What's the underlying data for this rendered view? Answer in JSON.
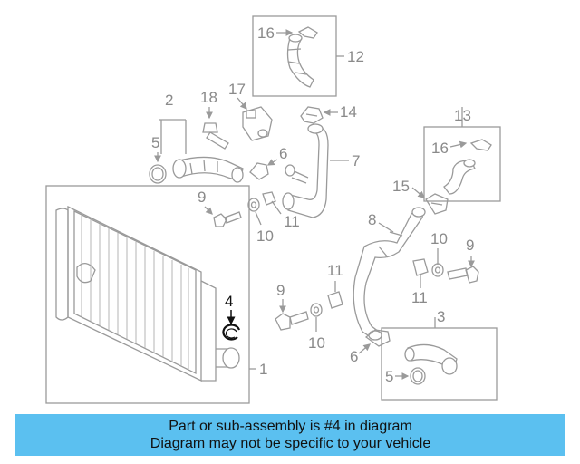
{
  "labels": {
    "l1": "1",
    "l2": "2",
    "l3": "3",
    "l4": "4",
    "l5a": "5",
    "l5b": "5",
    "l6a": "6",
    "l6b": "6",
    "l7": "7",
    "l8": "8",
    "l9a": "9",
    "l9b": "9",
    "l9c": "9",
    "l10a": "10",
    "l10b": "10",
    "l10c": "10",
    "l11a": "11",
    "l11b": "11",
    "l11c": "11",
    "l12": "12",
    "l13": "13",
    "l14": "14",
    "l15": "15",
    "l16a": "16",
    "l16b": "16",
    "l17": "17",
    "l18": "18"
  },
  "highlighted_part": "4",
  "colors": {
    "banner": "#5bc0f0",
    "highlight": "#111111",
    "lines": "#9a9a9a"
  },
  "banner": {
    "line1": "Part or sub-assembly is #4 in diagram",
    "line2": "Diagram may not be specific to your vehicle"
  }
}
